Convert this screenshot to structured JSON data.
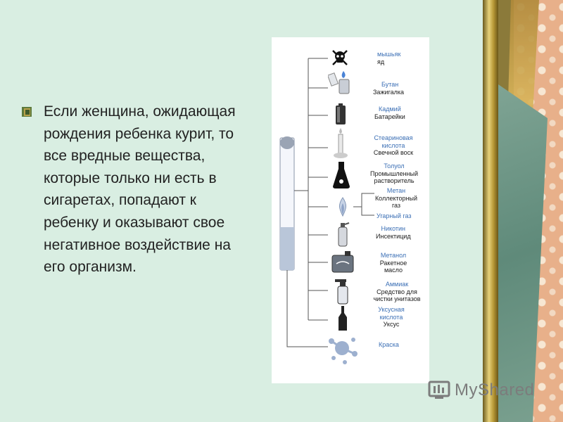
{
  "slide": {
    "body_text": "Если женщина, ожидающая рождения ребенка курит, то все вредные вещества, которые только ни есть в сигаретах, попадают к ребенку и оказывают свое негативное воздействие на его организм."
  },
  "diagram": {
    "items": [
      {
        "chem": "мышьяк",
        "use": "яд",
        "icon": "skull-icon"
      },
      {
        "chem": "Бутан",
        "use": "Зажигалка",
        "icon": "lighter-icon"
      },
      {
        "chem": "Кадмий",
        "use": "Батарейки",
        "icon": "battery-icon"
      },
      {
        "chem": "Стеариновая кислота",
        "use": "Свечной воск",
        "icon": "candle-icon"
      },
      {
        "chem": "Толуол",
        "use": "Промышленный растворитель",
        "icon": "solvent-flask-icon"
      },
      {
        "chem": "Метан",
        "use": "Коллекторный газ",
        "chem2": "Угарный газ",
        "icon": "gas-flame-icon"
      },
      {
        "chem": "Никотин",
        "use": "Инсектицид",
        "icon": "spray-can-icon"
      },
      {
        "chem": "Метанол",
        "use": "Ракетное масло",
        "icon": "canister-icon"
      },
      {
        "chem": "Аммиак",
        "use": "Средство для чистки унитазов",
        "icon": "spray-bottle-icon"
      },
      {
        "chem": "Уксусная кислота",
        "use": "Уксус",
        "icon": "bottle-icon"
      },
      {
        "chem": "Краска",
        "use": "",
        "icon": "paint-splash-icon"
      }
    ]
  },
  "watermark": {
    "text": "MyShared"
  },
  "colors": {
    "chem_label": "#3b6fb5",
    "slide_bg": "#d9eee2"
  }
}
